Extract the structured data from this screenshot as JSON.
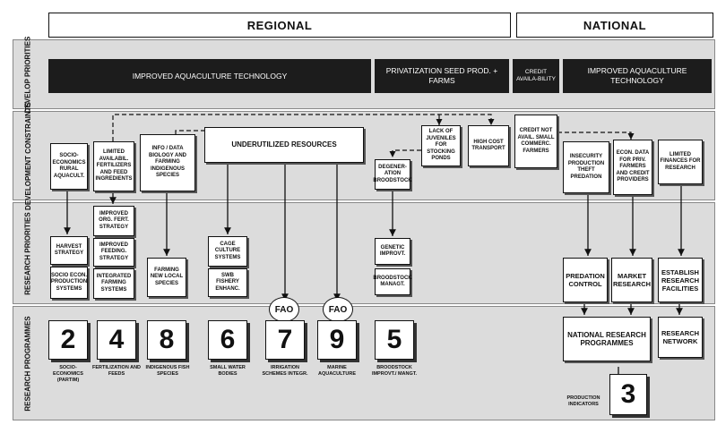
{
  "headers": {
    "regional": "REGIONAL",
    "national": "NATIONAL"
  },
  "rows": {
    "develop_priorities": "DEVELOP PRIORITIES",
    "development_constraints": "DEVELOPMENT CONSTRAINTS",
    "research_priorities": "RESEARCH PRIORITIES",
    "research_programmes": "RESEARCH PROGRAMMES"
  },
  "priorities": {
    "regional_tech": "IMPROVED AQUACULTURE TECHNOLOGY",
    "privatization": "PRIVATIZATION SEED PROD. + FARMS",
    "credit": "CREDIT AVAILA-BILITY",
    "national_tech": "IMPROVED AQUACULTURE TECHNOLOGY"
  },
  "constraints": {
    "socio": "SOCIO-ECONOMICS RURAL AQUACULT.",
    "limited_fert": "LIMITED AVAILABIL. FERTILIZERS AND FEED INGREDIENTS",
    "info_data": "INFO / DATA BIOLOGY AND FARMING INDIGENOUS SPECIES",
    "underutilized": "UNDERUTILIZED RESOURCES",
    "lack_juveniles": "LACK OF JUVENILES FOR STOCKING PONDS",
    "high_cost": "HIGH COST TRANSPORT",
    "degeneration": "DEGENER-ATION BROODSTOCK",
    "credit_not": "CREDIT NOT AVAIL. SMALL COMMERC. FARMERS",
    "insecurity": "INSECURITY PRODUCTION THEFT PREDATION",
    "econ_data": "ECON. DATA FOR PRIV. FARMERS AND CREDIT PROVIDERS",
    "limited_fin": "LIMITED FINANCES FOR RESEARCH"
  },
  "research": {
    "harvest": "HARVEST STRATEGY",
    "socio_econ": "SOCIO ECON. PRODUCTION SYSTEMS",
    "org_fert": "IMPROVED ORG. FERT. STRATEGY",
    "feeding": "IMPROVED FEEDING. STRATEGY",
    "integrated": "INTEGRATED FARMING SYSTEMS",
    "farming_new": "FARMING NEW LOCAL SPECIES",
    "cage": "CAGE CULTURE SYSTEMS",
    "swb": "SWB FISHERY ENHANC.",
    "genetic": "GENETIC IMPROVT.",
    "broodstock": "BROODSTOCK MANAGT.",
    "predation": "PREDATION CONTROL",
    "market": "MARKET RESEARCH",
    "establish": "ESTABLISH RESEARCH FACILITIES"
  },
  "programmes": {
    "p2": {
      "num": "2",
      "label": "SOCIO-ECONOMICS (PARTIM)"
    },
    "p4": {
      "num": "4",
      "label": "FERTILIZATION AND FEEDS"
    },
    "p8": {
      "num": "8",
      "label": "INDIGENOUS FISH SPECIES"
    },
    "p6": {
      "num": "6",
      "label": "SMALL WATER BODIES"
    },
    "p7": {
      "num": "7",
      "label": "IRRIGATION SCHEMES INTEGR."
    },
    "p9": {
      "num": "9",
      "label": "MARINE AQUACULTURE"
    },
    "p5": {
      "num": "5",
      "label": "BROODSTOCK IMPROVT./ MANGT."
    },
    "p3": {
      "num": "3",
      "label": "PRODUCTION INDICATORS"
    },
    "fao": "FAO",
    "national_research": "NATIONAL RESEARCH PROGRAMMES",
    "research_network": "RESEARCH NETWORK"
  }
}
